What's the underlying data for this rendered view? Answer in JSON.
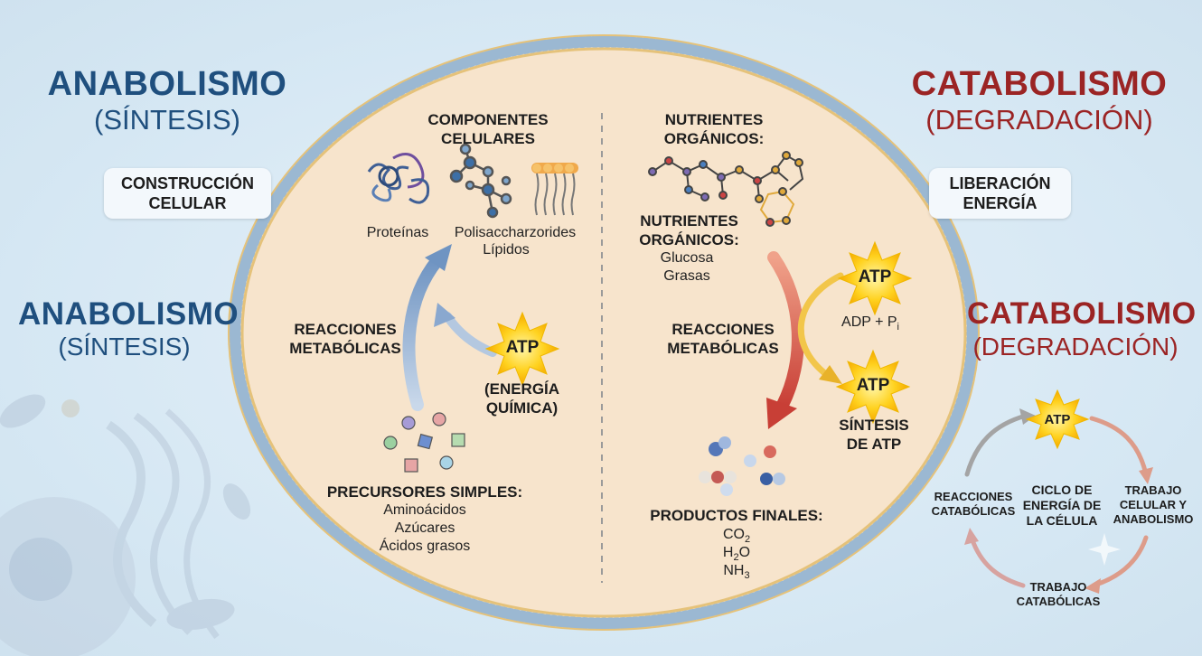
{
  "left": {
    "title1": "ANABOLISMO",
    "subtitle1": "(SÍNTESIS)",
    "badge": [
      "CONSTRUCCIÓN",
      "CELULAR"
    ],
    "title2": "ANABOLISMO",
    "subtitle2": "(SÍNTESIS)"
  },
  "right": {
    "title1": "CATABOLISMO",
    "subtitle1": "(DEGRADACIÓN)",
    "badge": [
      "LIBERACIÓN",
      "ENERGÍA"
    ],
    "title2": "CATABOLISMO",
    "subtitle2": "(DEGRADACIÓN)"
  },
  "anabolic": {
    "components_heading": [
      "COMPONENTES",
      "CELULARES"
    ],
    "component_labels": [
      "Proteínas",
      "Polisaccharzorides",
      "Lípidos"
    ],
    "reactions": [
      "REACCIONES",
      "METABÓLICAS"
    ],
    "atp": "ATP",
    "energy": [
      "(ENERGÍA",
      "QUÍMICA)"
    ],
    "precursors_heading": "PRECURSORES SIMPLES:",
    "precursors": [
      "Aminoácidos",
      "Azúcares",
      "Ácidos grasos"
    ]
  },
  "catabolic": {
    "nutrients_heading": [
      "NUTRIENTES",
      "ORGÁNICOS:"
    ],
    "nutrients_heading2": [
      "NUTRIENTES",
      "ORGÁNICOS:"
    ],
    "nutrients": [
      "Glucosa",
      "Grasas"
    ],
    "reactions": [
      "REACCIONES",
      "METABÓLICAS"
    ],
    "atp_top": "ATP",
    "adp": "ADP + P",
    "adp_sub": "i",
    "atp_bottom": "ATP",
    "synthesis": [
      "SÍNTESIS",
      "DE ATP"
    ],
    "products_heading": "PRODUCTOS FINALES:",
    "products": [
      {
        "base": "CO",
        "sub": "2",
        "tail": ""
      },
      {
        "base": "H",
        "sub": "2",
        "tail": "O"
      },
      {
        "base": "NH",
        "sub": "3",
        "tail": ""
      }
    ]
  },
  "cycle": {
    "atp": "ATP",
    "center": [
      "CICLO DE",
      "ENERGÍA DE",
      "LA CÉLULA"
    ],
    "left": [
      "REACCIONES",
      "CATABÓLICAS"
    ],
    "right": [
      "TRABAJO",
      "CELULAR Y",
      "ANABOLISMO"
    ],
    "bottom": [
      "TRABAJO",
      "CATABÓLICAS"
    ]
  },
  "colors": {
    "anabolic_blue": "#1f4f7e",
    "catabolic_red": "#9b2424",
    "cell_fill": "#f7e4cc",
    "membrane": "#9bb8d2",
    "atp_yellow": "#ffd21f"
  }
}
